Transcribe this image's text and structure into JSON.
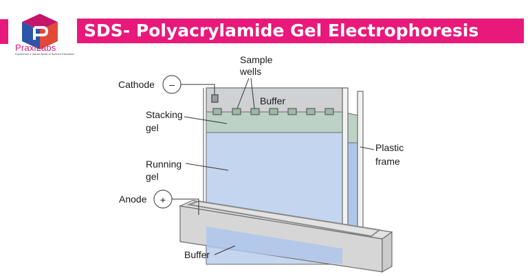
{
  "brand": {
    "name_part1": "Praxi",
    "name_part2": "Labs",
    "tagline": "Experience a Virtual World of Science Education",
    "colors": {
      "accent": "#e8197a",
      "logo_magenta": "#c4166b",
      "logo_blue": "#2b55a8",
      "logo_red": "#e2493a"
    }
  },
  "title": "SDS- Polyacrylamide Gel Electrophoresis",
  "labels": {
    "cathode": "Cathode",
    "cathode_symbol": "–",
    "anode": "Anode",
    "anode_symbol": "+",
    "sample_wells_line1": "Sample",
    "sample_wells_line2": "wells",
    "buffer_top": "Buffer",
    "stacking_line1": "Stacking",
    "stacking_line2": "gel",
    "running_line1": "Running",
    "running_line2": "gel",
    "plastic_line1": "Plastic",
    "plastic_line2": "frame",
    "buffer_bottom": "Buffer"
  },
  "colors": {
    "buffer_gray": "#cfd1d3",
    "stacking_gel": "#bcd2c6",
    "running_gel": "#c4d5ef",
    "lower_buffer": "#aec6ec",
    "frame": "#f2f2f2",
    "outline": "#6b6b6b"
  }
}
